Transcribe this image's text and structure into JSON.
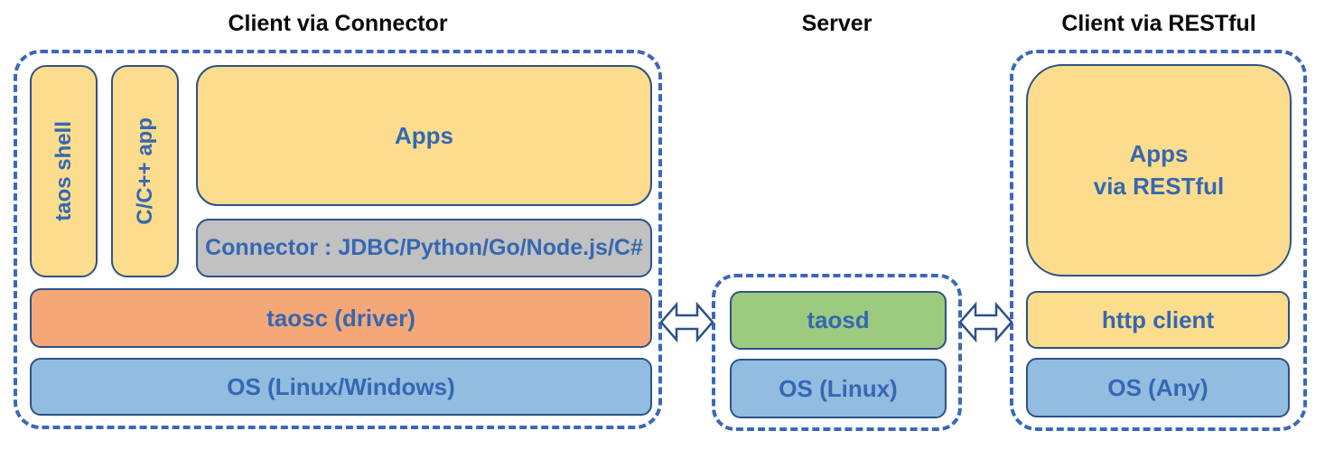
{
  "colors": {
    "yellow": "#FBDD8D",
    "orange": "#F4A878",
    "blue": "#92BCE0",
    "green": "#9CCB80",
    "gray": "#C1C1C1",
    "box-border": "#2E5288",
    "dash-border": "#3B68B8",
    "label-blue": "#3667B2",
    "title-black": "#0A0A0A"
  },
  "sections": {
    "connector_client": {
      "title": "Client via Connector",
      "taos_shell": "taos shell",
      "c_cpp_app": "C/C++ app",
      "apps": "Apps",
      "connector": "Connector : JDBC/Python/Go/Node.js/C#",
      "taosc": "taosc (driver)",
      "os": "OS (Linux/Windows)"
    },
    "server": {
      "title": "Server",
      "taosd": "taosd",
      "os": "OS (Linux)"
    },
    "restful_client": {
      "title": "Client via RESTful",
      "apps": "Apps\nvia RESTful",
      "http_client": "http client",
      "os": "OS (Any)"
    }
  },
  "icons": {
    "arrow_left_server": "bidirectional-arrow",
    "arrow_server_rest": "bidirectional-arrow"
  }
}
